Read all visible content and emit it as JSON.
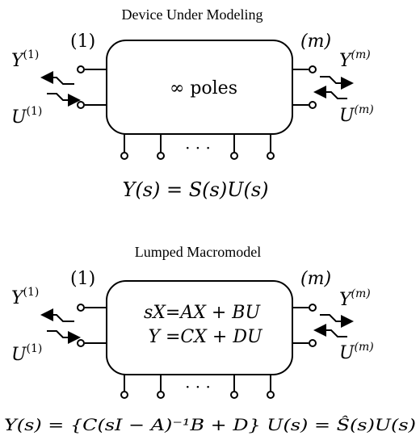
{
  "top": {
    "title": "Device Under Modeling",
    "port_left": "(1)",
    "port_right": "(m)",
    "y_left": "Y",
    "y_left_sup": "(1)",
    "u_left": "U",
    "u_left_sup": "(1)",
    "y_right": "Y",
    "y_right_sup": "(m)",
    "u_right": "U",
    "u_right_sup": "(m)",
    "box_text": "∞ poles",
    "dots": "· · ·",
    "equation": "Y(s) = S(s)U(s)"
  },
  "bottom": {
    "title": "Lumped Macromodel",
    "port_left": "(1)",
    "port_right": "(m)",
    "y_left": "Y",
    "y_left_sup": "(1)",
    "u_left": "U",
    "u_left_sup": "(1)",
    "y_right": "Y",
    "y_right_sup": "(m)",
    "u_right": "U",
    "u_right_sup": "(m)",
    "state_eq": "sX=AX + BU",
    "output_eq": "Y =CX + DU",
    "dots": "· · ·",
    "equation": "Y(s) = {C(sI − A)⁻¹B + D} U(s) = Ŝ(s)U(s)"
  }
}
